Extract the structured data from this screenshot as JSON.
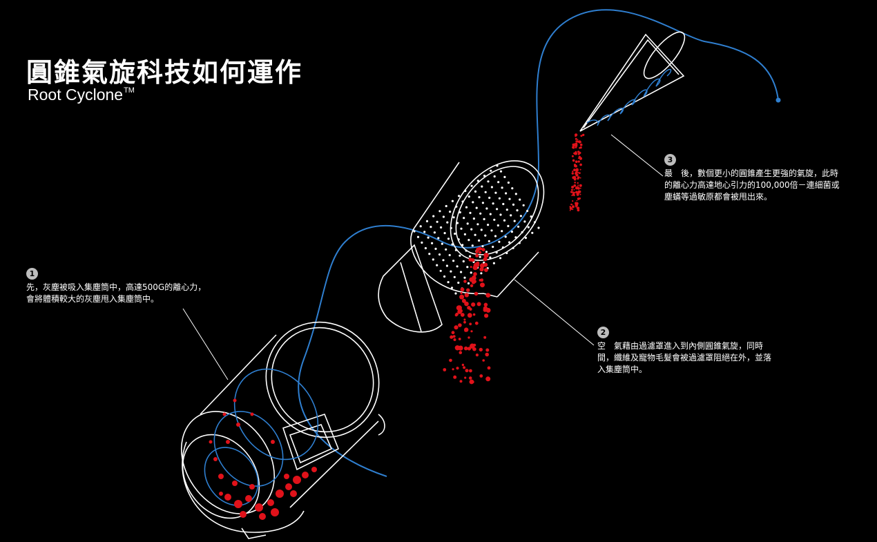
{
  "heading": {
    "title": "圓錐氣旋科技如何運作",
    "subtitle": "Root Cyclone",
    "trademark": "TM"
  },
  "steps": [
    {
      "number": "1",
      "text": "先，灰塵被吸入集塵筒中，高達500G的離心力，\n會將體積較大的灰塵甩入集塵筒中。"
    },
    {
      "number": "2",
      "text": "空　氣藉由過濾罩進入到內側圓錐氣旋，同時\n間，纖維及寵物毛髮會被過濾罩阻絕在外，並落\n入集塵筒中。"
    },
    {
      "number": "3",
      "text": "最　後，數個更小的圓錐產生更強的氣旋，此時\n的離心力高達地心引力的100,000倍－連細菌或\n塵蟎等過敏原都會被甩出來。"
    }
  ],
  "colors": {
    "background": "#000000",
    "outline": "#ffffff",
    "airflow": "#2f7fd0",
    "dust": "#e0121a",
    "badge": "#bdbdbd"
  }
}
